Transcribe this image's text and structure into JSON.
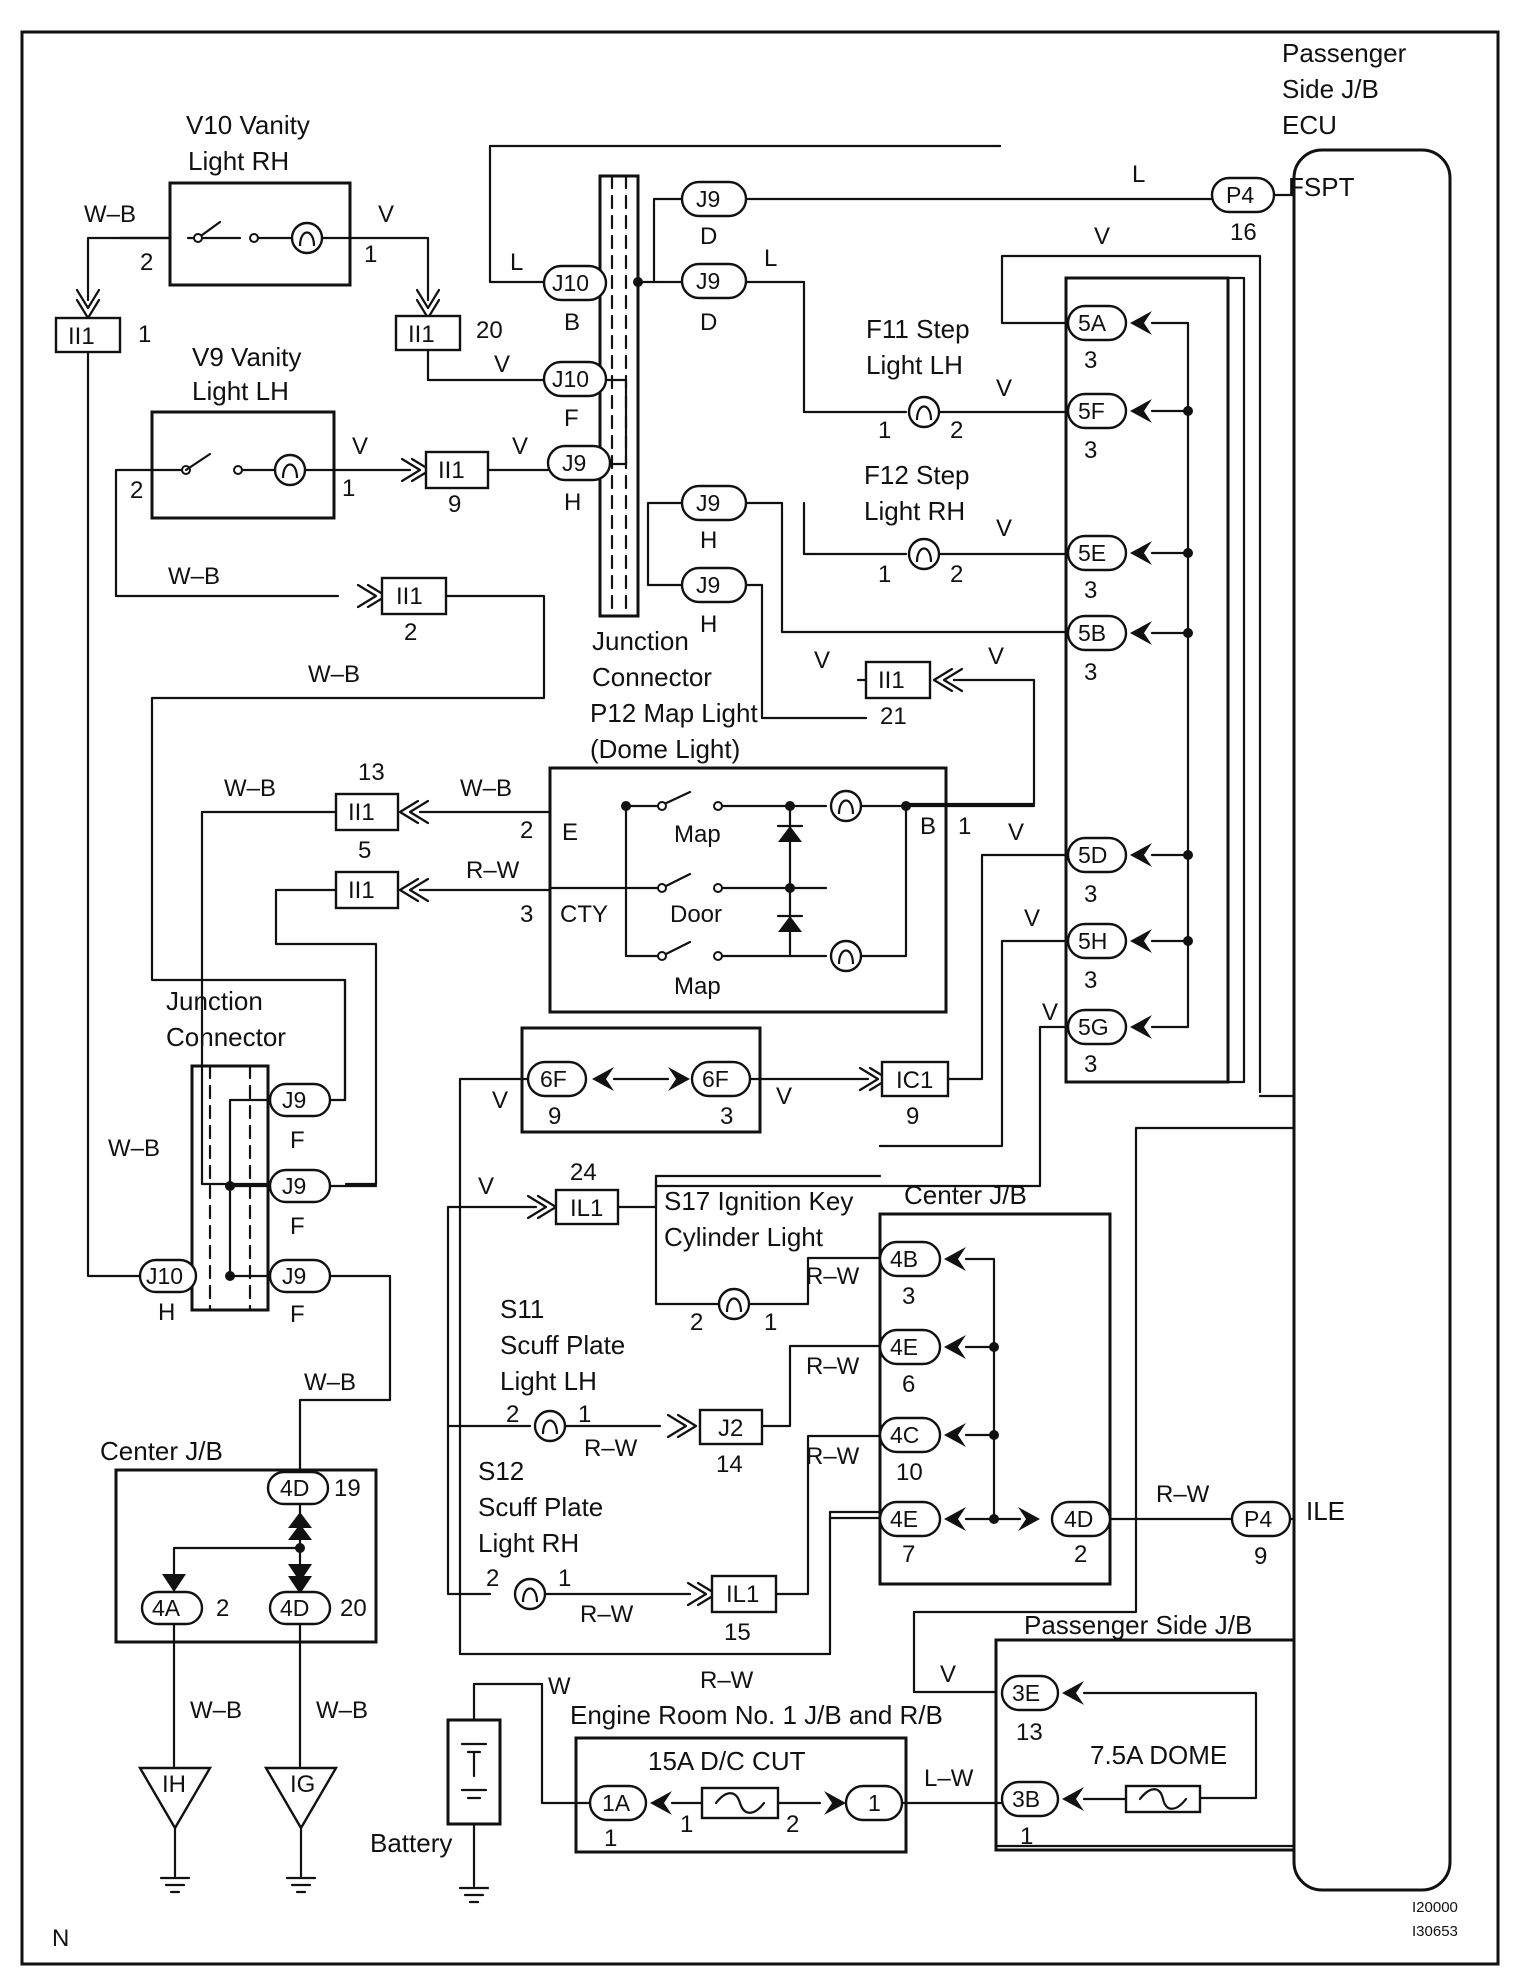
{
  "sheet": {
    "corner_left": "N",
    "ref_top": "I20000",
    "ref_bottom": "I30653"
  },
  "ecu": {
    "title_lines": [
      "Passenger",
      "Side J/B",
      "ECU"
    ],
    "terminal_fspt": "FSPT",
    "terminal_ile": "ILE"
  },
  "components": {
    "v10": [
      "V10 Vanity",
      "Light RH"
    ],
    "v9": [
      "V9 Vanity",
      "Light LH"
    ],
    "f11": [
      "F11 Step",
      "Light LH"
    ],
    "f12": [
      "F12 Step",
      "Light RH"
    ],
    "jc_top": [
      "Junction",
      "Connector"
    ],
    "p12": [
      "P12 Map Light",
      "(Dome Light)"
    ],
    "jc_left": [
      "Junction",
      "Connector"
    ],
    "s17": [
      "S17 Ignition Key",
      "Cylinder Light"
    ],
    "s11": [
      "S11",
      "Scuff Plate",
      "Light LH"
    ],
    "s12": [
      "S12",
      "Scuff Plate",
      "Light RH"
    ],
    "center_jb": "Center J/B",
    "center_jb_left": "Center J/B",
    "passenger_jb": "Passenger Side J/B",
    "engine_room_jb": "Engine Room No. 1 J/B and R/B",
    "fuse_dc_cut": "15A D/C CUT",
    "fuse_dome": "7.5A DOME",
    "battery": "Battery",
    "ground_ih": "IH",
    "ground_ig": "IG",
    "p12_terms": {
      "e": "E",
      "cty": "CTY",
      "b": "B",
      "map1": "Map",
      "door": "Door",
      "map2": "Map"
    }
  },
  "connectors": {
    "ii1": "II1",
    "j9": "J9",
    "j10": "J10",
    "p4": "P4",
    "ic1": "IC1",
    "il1": "IL1",
    "j2": "J2",
    "c5a": "5A",
    "c5f": "5F",
    "c5e": "5E",
    "c5b": "5B",
    "c5d": "5D",
    "c5h": "5H",
    "c5g": "5G",
    "c6f": "6F",
    "c4b": "4B",
    "c4e": "4E",
    "c4c": "4C",
    "c4d": "4D",
    "c4a": "4A",
    "c3e": "3E",
    "c3b": "3B",
    "c1a": "1A",
    "c1": "1"
  },
  "colors": {
    "v": "V",
    "wb": "W–B",
    "l": "L",
    "rw": "R–W",
    "lw": "L–W",
    "w": "W"
  },
  "letters": {
    "b": "B",
    "d": "D",
    "f": "F",
    "h": "H"
  },
  "pins": {
    "p1": "1",
    "p2": "2",
    "p3": "3",
    "p5": "5",
    "p6": "6",
    "p7": "7",
    "p9": "9",
    "p10": "10",
    "p13": "13",
    "p14": "14",
    "p15": "15",
    "p16": "16",
    "p19": "19",
    "p20": "20",
    "p21": "21",
    "p24": "24"
  }
}
